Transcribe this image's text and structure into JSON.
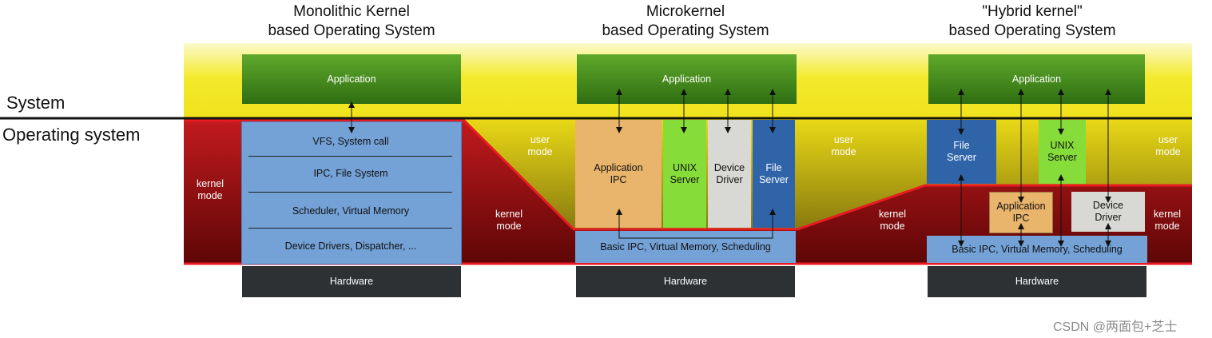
{
  "titles": {
    "monolithic": "Monolithic Kernel\nbased Operating System",
    "micro": "Microkernel\nbased Operating System",
    "hybrid": "\"Hybrid kernel\"\nbased Operating System"
  },
  "side_labels": {
    "system": "System",
    "os": "Operating system"
  },
  "boxes": {
    "application": "Application",
    "hardware": "Hardware",
    "vfs": "VFS, System call",
    "ipc_fs": "IPC, File System",
    "scheduler": "Scheduler, Virtual Memory",
    "drivers": "Device Drivers, Dispatcher, ...",
    "app_ipc": "Application\nIPC",
    "unix_server": "UNIX\nServer",
    "device_driver": "Device\nDriver",
    "file_server": "File\nServer",
    "basic_ipc": "Basic IPC, Virtual Memory, Scheduling"
  },
  "modes": {
    "kernel": "kernel\nmode",
    "user": "user\nmode"
  },
  "watermark": "CSDN @两面包+芝士",
  "colors": {
    "kernel_red": "#9c0f12",
    "user_yellow": "#f2e838",
    "application_green": "#3f8a1b",
    "hardware": "#2d3134",
    "light_blue": "#74a1d6",
    "dark_blue": "#2f64a9"
  }
}
